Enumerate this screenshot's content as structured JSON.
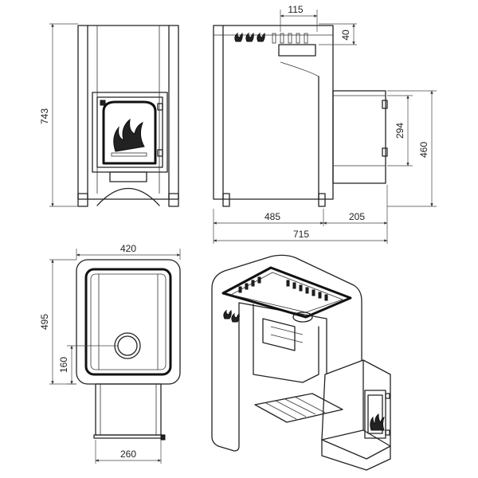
{
  "diagram": {
    "front_view": {
      "height_label": "743"
    },
    "side_view": {
      "top_width_label": "115",
      "top_height_label": "40",
      "tank_height_label": "294",
      "tank_height_total_label": "460",
      "body_depth_label": "485",
      "tank_depth_label": "205",
      "total_depth_label": "715"
    },
    "top_view": {
      "width_label": "420",
      "depth_label": "495",
      "pipe_offset_label": "160",
      "tunnel_width_label": "260"
    },
    "isometric_view": {}
  },
  "colors": {
    "line": "#222222",
    "background": "#ffffff"
  }
}
